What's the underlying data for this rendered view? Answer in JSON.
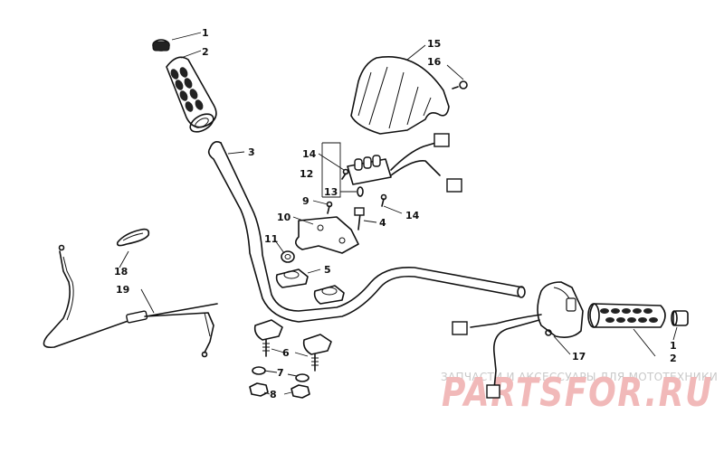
{
  "callouts": {
    "c1a": "1",
    "c2a": "2",
    "c3": "3",
    "c4": "4",
    "c5": "5",
    "c6": "6",
    "c7": "7",
    "c8": "8",
    "c9": "9",
    "c10": "10",
    "c11": "11",
    "c12": "12",
    "c13": "13",
    "c14a": "14",
    "c14b": "14",
    "c15": "15",
    "c16": "16",
    "c17": "17",
    "c18": "18",
    "c19": "19",
    "c1b": "1",
    "c2b": "2"
  },
  "watermark": {
    "tagline": "ЗАПЧАСТИ И АКСЕССУАРЫ ДЛЯ МОТОТЕХНИКИ",
    "logo": "PARTSFOR.RU"
  },
  "colors": {
    "line": "#111111",
    "watermark_logo": "#f1b9b9",
    "watermark_text": "#c9c9c9"
  }
}
